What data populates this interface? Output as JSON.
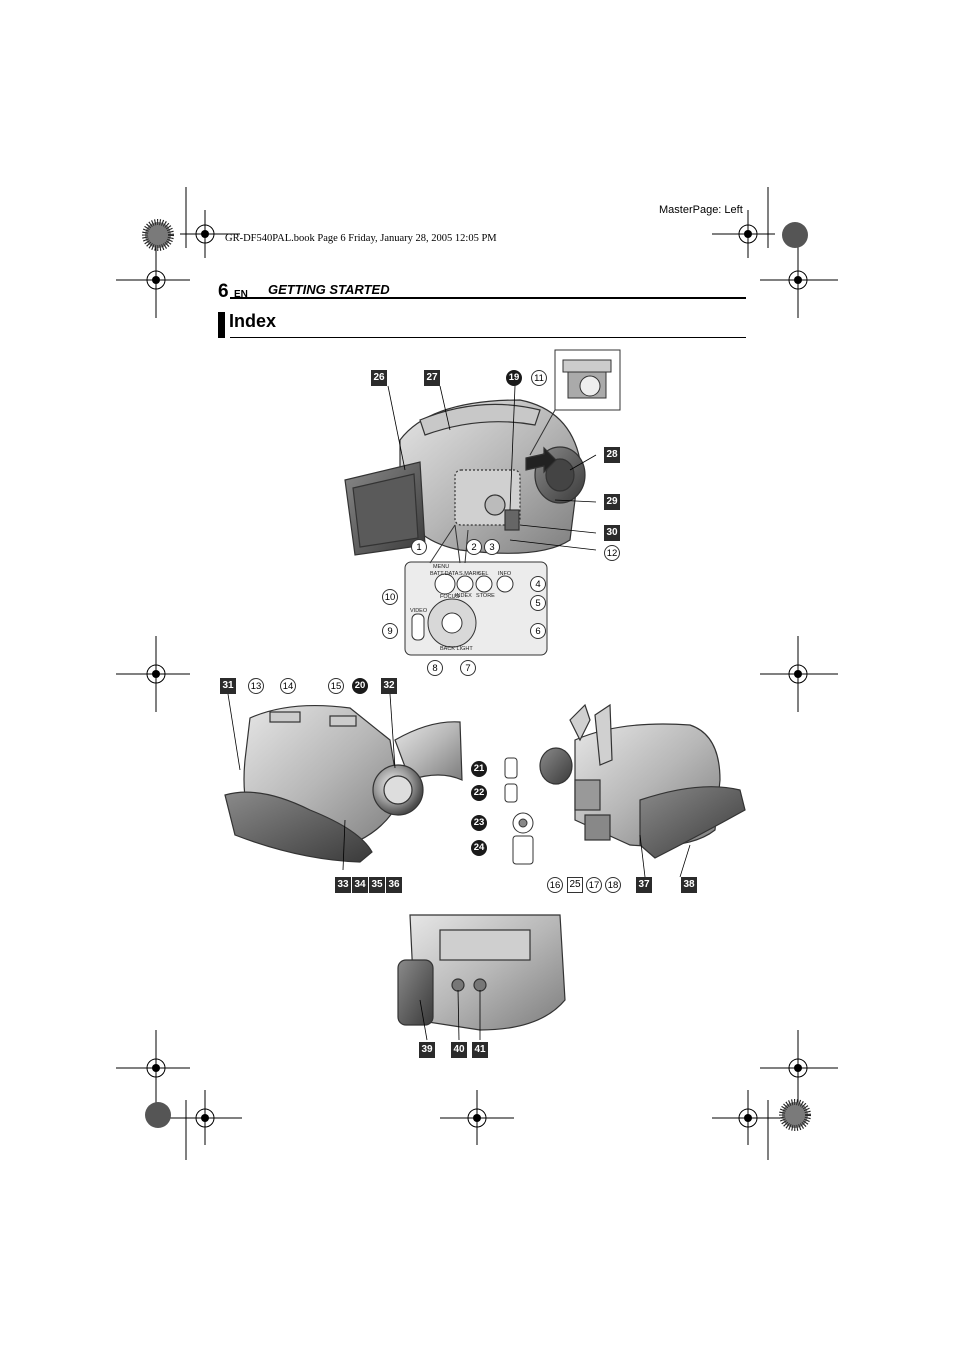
{
  "header": {
    "masterpage": "MasterPage: Left",
    "book_line": "GR-DF540PAL.book  Page 6  Friday, January 28, 2005  12:05 PM",
    "page_number": "6",
    "page_lang": "EN",
    "section": "GETTING STARTED"
  },
  "title": "Index",
  "panel": {
    "menu": "MENU",
    "batt_data": "BATT.DATA",
    "index_mark": "INDEX",
    "smark": "S.MARK",
    "sel": "SEL",
    "store": "STORE",
    "info": "INFO",
    "focus": "FOCUS",
    "back_light": "BACK LIGHT",
    "video": "VIDEO"
  },
  "labels": {
    "l1": "1",
    "l2": "2",
    "l3": "3",
    "l4": "4",
    "l5": "5",
    "l6": "6",
    "l7": "7",
    "l8": "8",
    "l9": "9",
    "l10": "10",
    "l11": "11",
    "l12": "12",
    "l13": "13",
    "l14": "14",
    "l15": "15",
    "l16": "16",
    "l17": "17",
    "l18": "18",
    "l19": "19",
    "l20": "20",
    "l21": "21",
    "l22": "22",
    "l23": "23",
    "l24": "24",
    "l25": "25",
    "l26": "26",
    "l27": "27",
    "l28": "28",
    "l29": "29",
    "l30": "30",
    "l31": "31",
    "l32": "32",
    "l33": "33",
    "l34": "34",
    "l35": "35",
    "l36": "36",
    "l37": "37",
    "l38": "38",
    "l39": "39",
    "l40": "40",
    "l41": "41"
  }
}
